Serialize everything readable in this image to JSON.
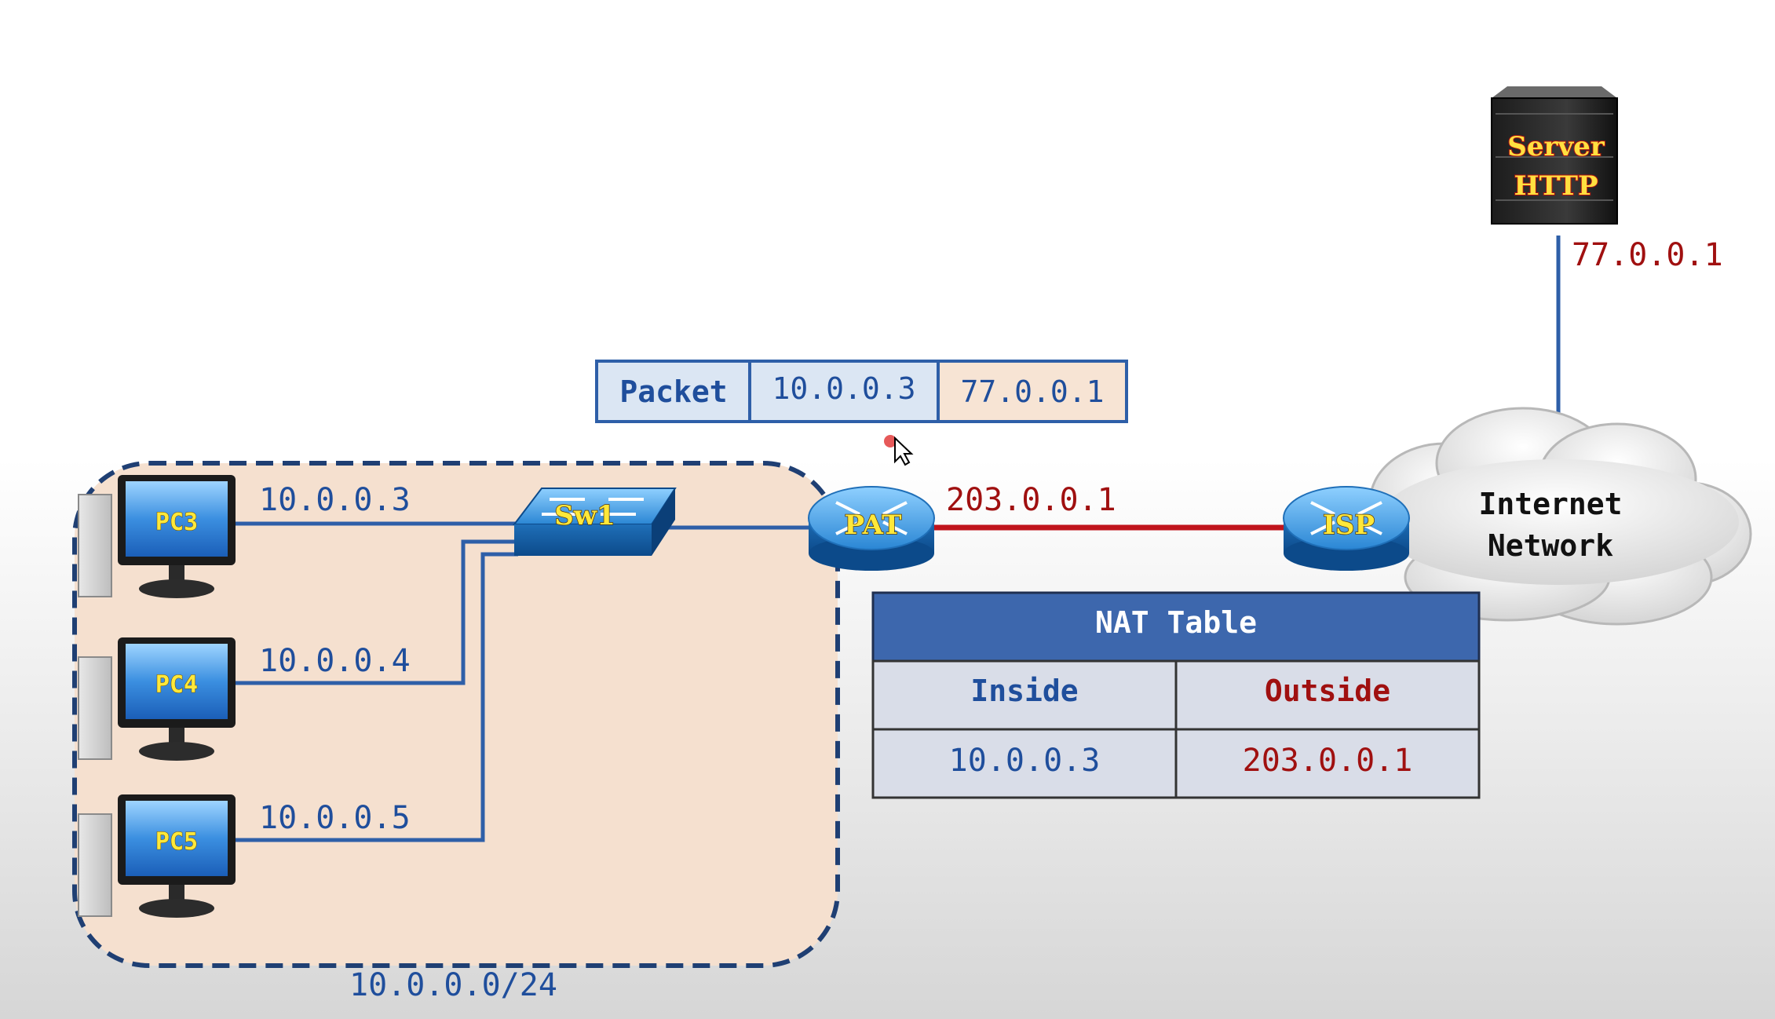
{
  "subnet_label": "10.0.0.0/24",
  "pcs": [
    {
      "name": "PC3",
      "ip": "10.0.0.3"
    },
    {
      "name": "PC4",
      "ip": "10.0.0.4"
    },
    {
      "name": "PC5",
      "ip": "10.0.0.5"
    }
  ],
  "switch": {
    "name": "Sw1"
  },
  "pat_router": {
    "name": "PAT",
    "outside_ip": "203.0.0.1"
  },
  "isp_router": {
    "name": "ISP"
  },
  "cloud": {
    "line1": "Internet",
    "line2": "Network"
  },
  "server": {
    "line1": "Server",
    "line2": "HTTP",
    "ip": "77.0.0.1"
  },
  "packet": {
    "label": "Packet",
    "src": "10.0.0.3",
    "dst": "77.0.0.1"
  },
  "nat_table": {
    "title": "NAT Table",
    "col_inside": "Inside",
    "col_outside": "Outside",
    "rows": [
      {
        "inside": "10.0.0.3",
        "outside": "203.0.0.1"
      }
    ]
  },
  "colors": {
    "link_blue": "#2e5fa8",
    "link_red": "#c0141c",
    "lan_fill": "#f5e0cf",
    "lan_border": "#1f3f73",
    "nat_header": "#3d67ad",
    "nat_body": "#d9dde8",
    "outside_red": "#a01010",
    "inside_blue": "#1f4e9c"
  }
}
